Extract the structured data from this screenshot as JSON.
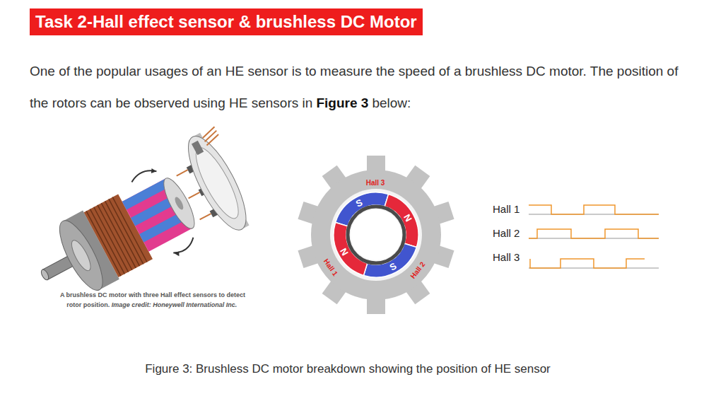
{
  "diagram": {
    "title": "Task 2-Hall effect sensor & brushless DC Motor",
    "caption": "Figure 3: Brushless DC motor breakdown showing the position of HE sensor",
    "labels": [
      "One of the popular usages of an HE sensor is to measure the speed of a brushless DC motor. The position of the rotors can be observed using HE sensors in",
      "Figure 3",
      "below:",
      "A brushless DC motor with three Hall effect sensors to detect rotor position.",
      "Image credit: Honeywell International Inc.",
      "Hall 3",
      "S",
      "N",
      "N",
      "S",
      "Hall 1",
      "Hall 2",
      "Hall 1",
      "Hall 2",
      "Hall 3"
    ]
  }
}
